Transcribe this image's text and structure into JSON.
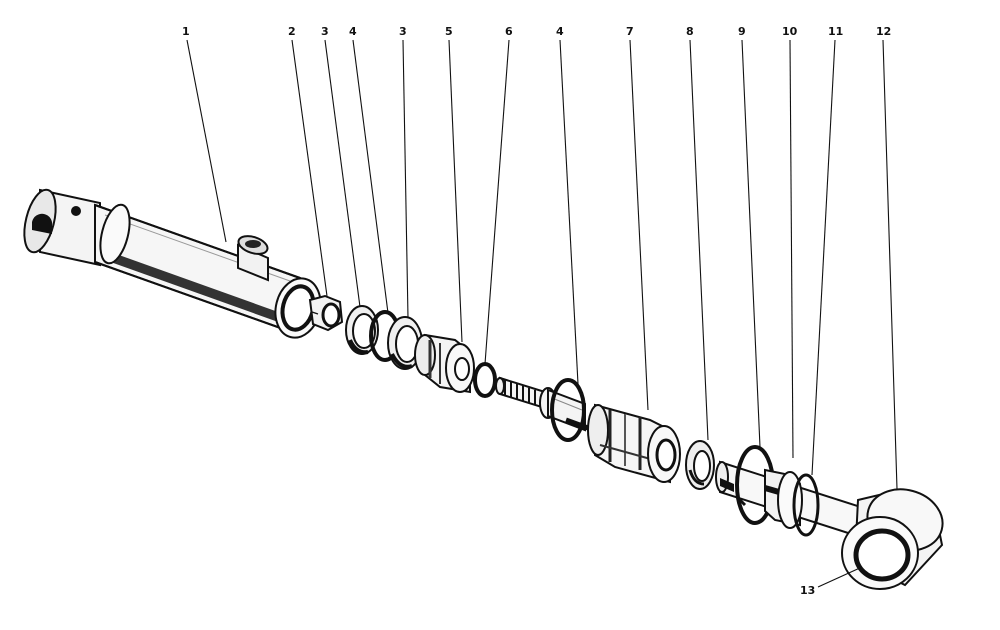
{
  "diagram": {
    "callouts": [
      {
        "id": "c1",
        "label": "1"
      },
      {
        "id": "c2",
        "label": "2"
      },
      {
        "id": "c3a",
        "label": "3"
      },
      {
        "id": "c4a",
        "label": "4"
      },
      {
        "id": "c3b",
        "label": "3"
      },
      {
        "id": "c5",
        "label": "5"
      },
      {
        "id": "c6",
        "label": "6"
      },
      {
        "id": "c4b",
        "label": "4"
      },
      {
        "id": "c7",
        "label": "7"
      },
      {
        "id": "c8",
        "label": "8"
      },
      {
        "id": "c9",
        "label": "9"
      },
      {
        "id": "c10",
        "label": "10"
      },
      {
        "id": "c11",
        "label": "11"
      },
      {
        "id": "c12",
        "label": "12"
      },
      {
        "id": "c13",
        "label": "13"
      }
    ]
  }
}
